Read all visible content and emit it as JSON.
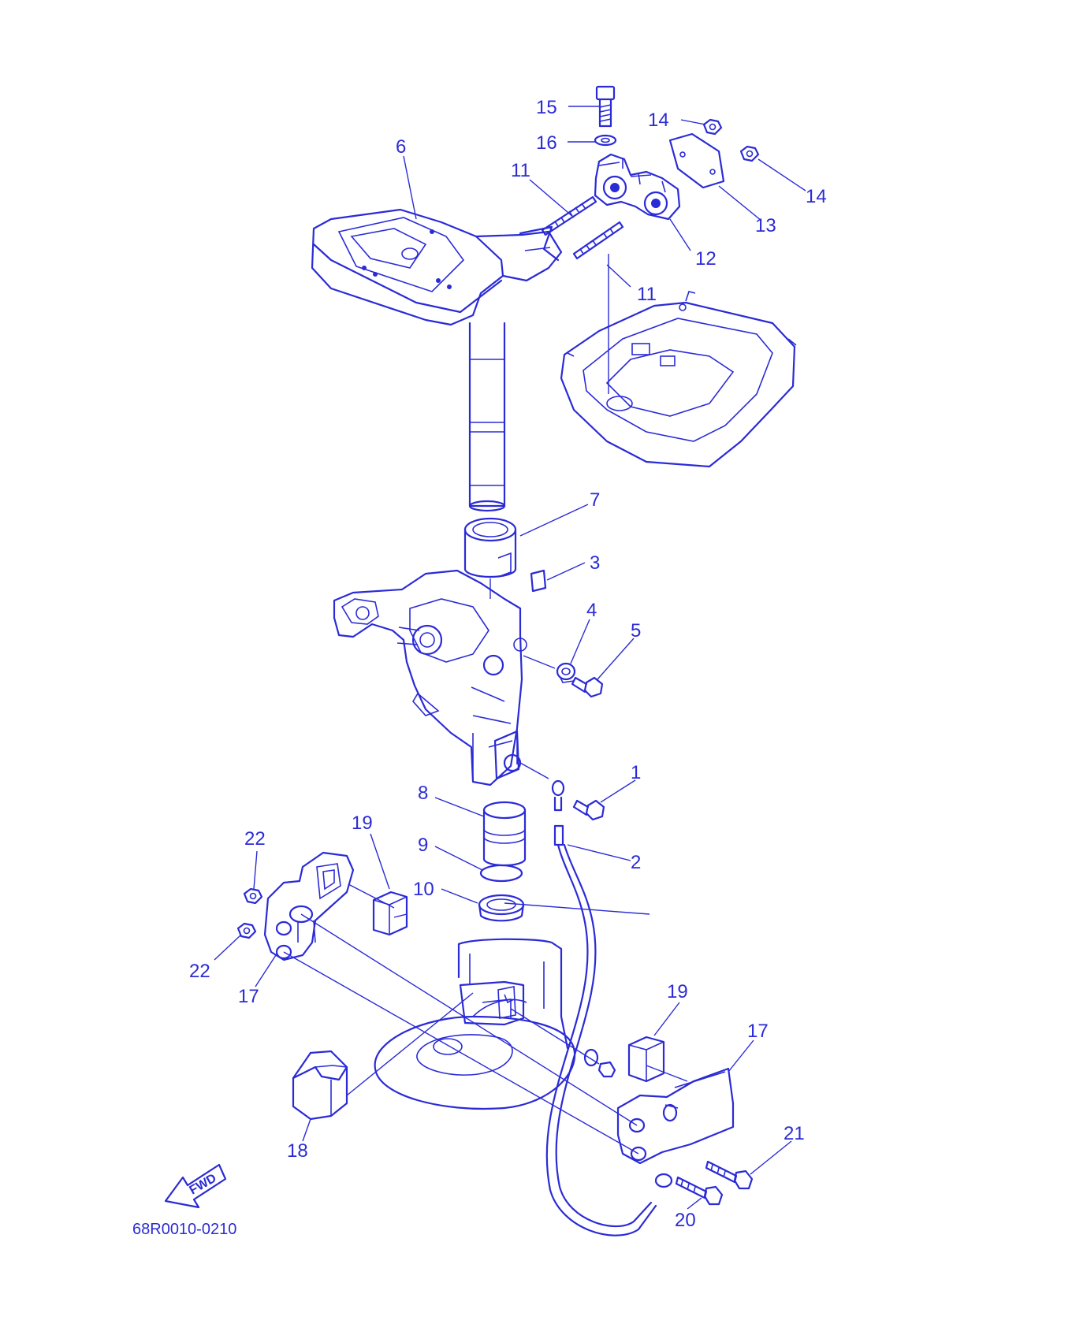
{
  "diagram": {
    "code": "68R0010-0210",
    "fwd_label": "FWD",
    "colors": {
      "line": "#2b2bd6",
      "background": "#ffffff"
    },
    "callouts": {
      "c15": "15",
      "c16": "16",
      "c14a": "14",
      "c14b": "14",
      "c13": "13",
      "c12": "12",
      "c11a": "11",
      "c11b": "11",
      "c6": "6",
      "c7": "7",
      "c3": "3",
      "c4": "4",
      "c5": "5",
      "c1": "1",
      "c2": "2",
      "c8": "8",
      "c9": "9",
      "c10": "10",
      "c19a": "19",
      "c22a": "22",
      "c22b": "22",
      "c17a": "17",
      "c19b": "19",
      "c17b": "17",
      "c18": "18",
      "c21": "21",
      "c20": "20"
    }
  }
}
